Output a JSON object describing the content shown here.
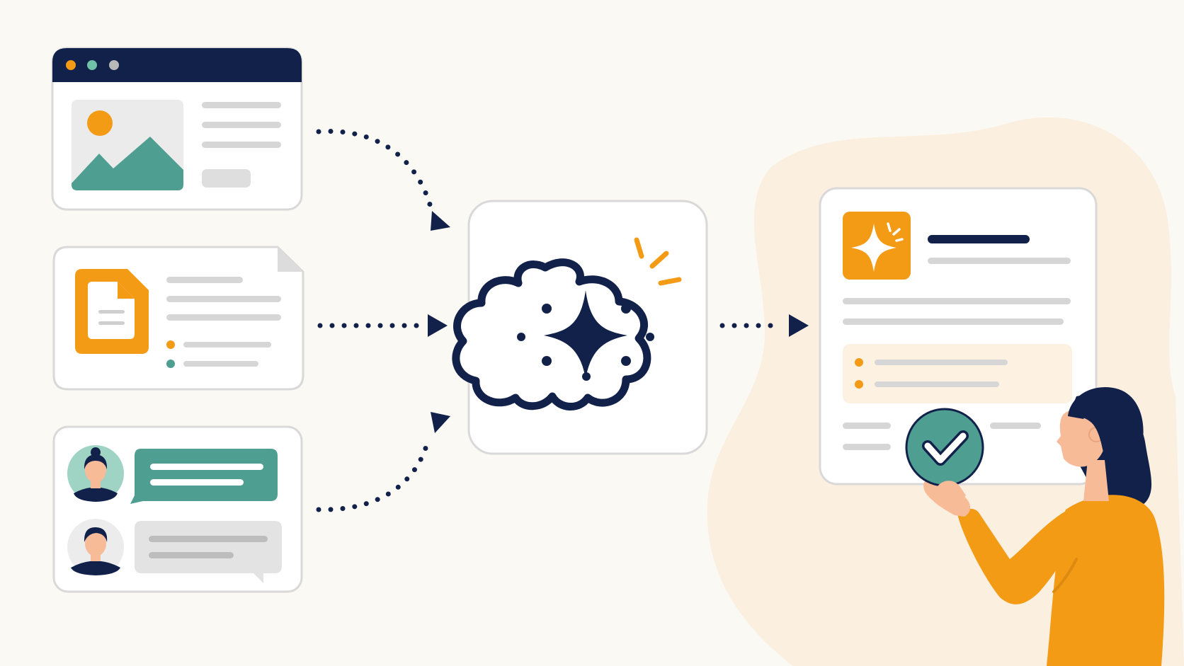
{
  "colors": {
    "background": "#fbf9f4",
    "navy": "#12214a",
    "orange": "#f49b16",
    "teal": "#4f9e92",
    "teal_light": "#9fd3c4",
    "gray_line": "#d6d6d6",
    "gray_block": "#dedede",
    "card_border": "#d9d9d9",
    "blob": "#fbefdf",
    "skin": "#f7bb97"
  },
  "icons": {
    "window_dots": [
      "orange-dot",
      "teal-dot",
      "gray-dot"
    ],
    "image_placeholder": "image-mountain-sun-icon",
    "document": "document-icon",
    "brain": "brain-sparkle-icon",
    "sparkle": "sparkle-icon",
    "check": "check-circle-icon"
  },
  "flow": {
    "inputs": [
      "web-page",
      "document",
      "chat-conversation"
    ],
    "processor": "ai-brain",
    "output": "verified-result-card"
  }
}
